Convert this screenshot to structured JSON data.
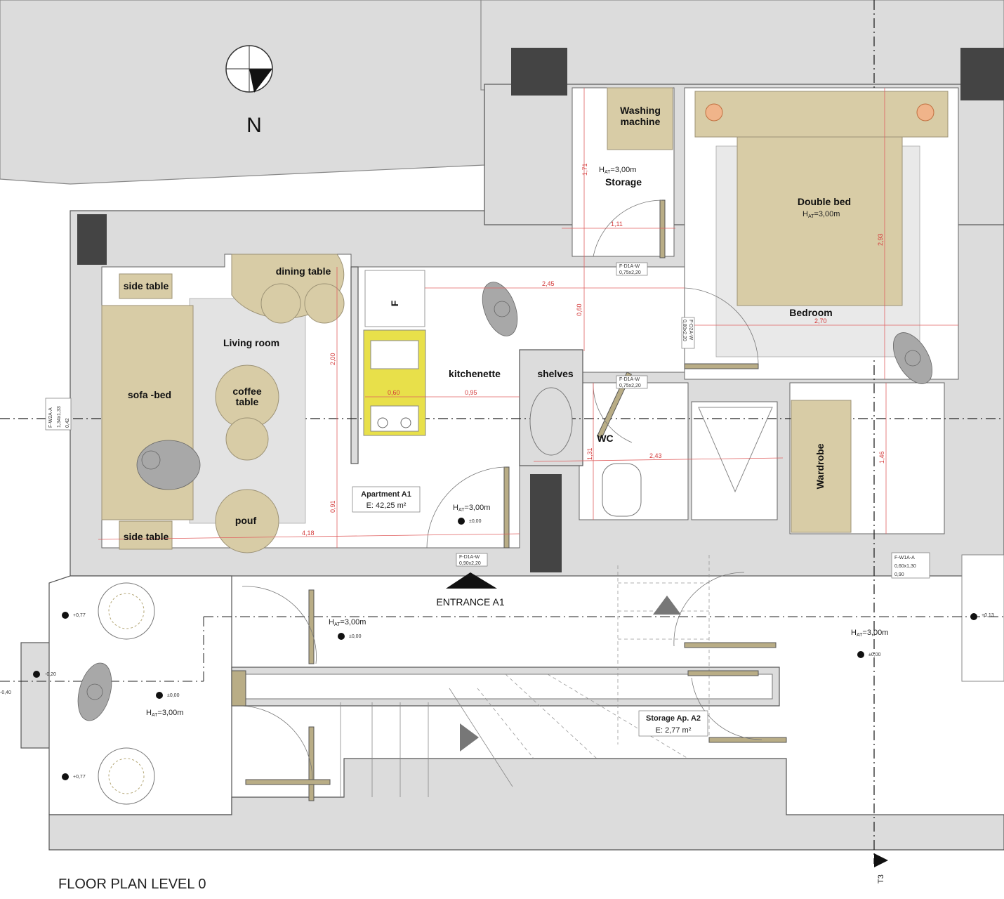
{
  "compass": {
    "north_label": "N"
  },
  "height_label": {
    "h": "H",
    "sub": "AT",
    "value": "=3,00m"
  },
  "rooms": {
    "washing_machine": [
      "Washing",
      "machine"
    ],
    "storage": "Storage",
    "double_bed": "Double bed",
    "bedroom": "Bedroom",
    "dining_table": "dining table",
    "side_table_top": "side table",
    "side_table_bottom": "side table",
    "living_room": "Living room",
    "sofa_bed": "sofa -bed",
    "coffee_table": [
      "coffee",
      "table"
    ],
    "pouf": "pouf",
    "fridge": "F",
    "kitchenette": "kitchenette",
    "shelves": "shelves",
    "wc": "WC",
    "wardrobe": "Wardrobe"
  },
  "areas": {
    "apartment_a1": {
      "name": "Apartment A1",
      "area": "E: 42,25 m²"
    },
    "storage_a2": {
      "name": "Storage Ap. A2",
      "area": "E: 2,77 m²"
    }
  },
  "entrance_label": "ENTRANCE A1",
  "title": "FLOOR PLAN LEVEL 0",
  "section_marker": "T3",
  "dimensions": {
    "storage_h": "1,71",
    "storage_w": "1,11",
    "hall_w": "2,45",
    "hall_h": "0,60",
    "bed_h": "2,93",
    "bedroom_w": "2,70",
    "living_h": "2,00",
    "counter": "0,60",
    "kitchen_w": "0,95",
    "living_h2": "0,91",
    "living_w": "4,18",
    "wc_h": "1,31",
    "wc_w": "2,43",
    "corridor_h": "1,46"
  },
  "levels": {
    "entry": "±0,00",
    "court_a": "±0,00",
    "court_b": "±0,00",
    "court_c": "±0,00",
    "step_top": "+0,77",
    "step_bottom": "+0,77",
    "left_a": "-0,20",
    "left_b": "-0,40",
    "right": "+0,13"
  },
  "tags": {
    "storage_door": [
      "F-D1A-W",
      "0,75x2,20"
    ],
    "bedroom_door": [
      "F-D2A-W",
      "0,80x2,20"
    ],
    "wc_door": [
      "F-D1A-W",
      "0,75x2,20"
    ],
    "entrance_door": [
      "F-D1A-W",
      "0,90x2,20"
    ],
    "right_window": [
      "F-W1A-A",
      "0,60x1,30",
      "0,90"
    ],
    "left_window": [
      "F-W2A-A",
      "1,34x1,33",
      "0,42"
    ]
  },
  "colors": {
    "furniture": "#d8cca6",
    "counter": "#e8e04a",
    "wall": "#dcdcdc",
    "dimension": "#d43a3a"
  }
}
